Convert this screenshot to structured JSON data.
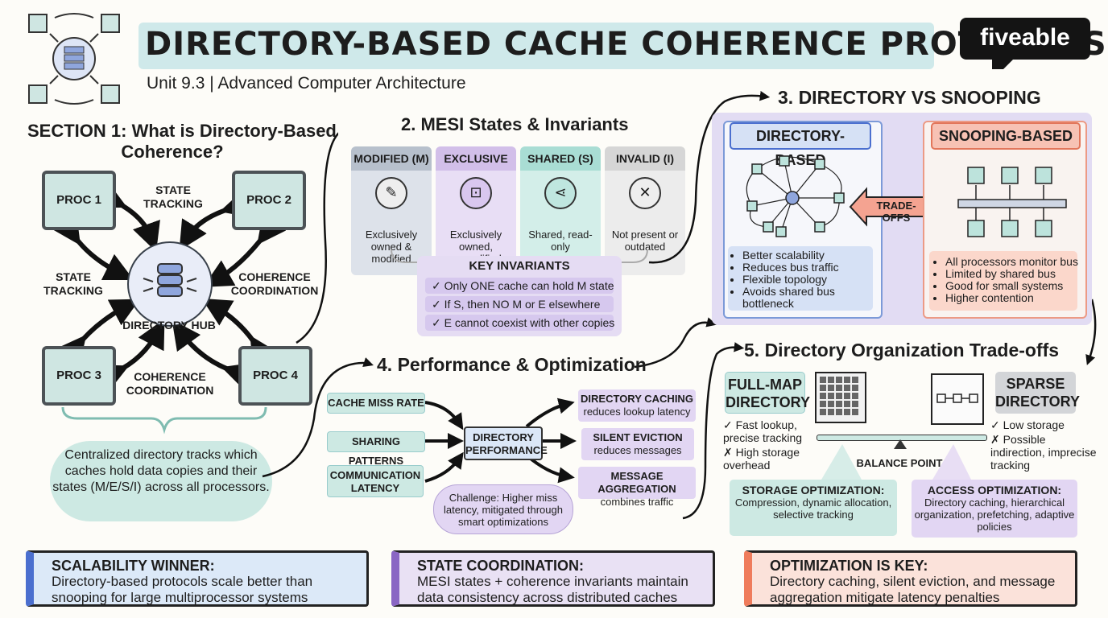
{
  "header": {
    "title": "DIRECTORY-BASED CACHE COHERENCE PROTOCOLS",
    "subtitle": "Unit 9.3 | Advanced Computer Architecture",
    "logo": "fiveable"
  },
  "section1": {
    "title_line1": "SECTION 1: What is Directory-Based",
    "title_line2": "Coherence?",
    "procs": [
      "PROC 1",
      "PROC 2",
      "PROC 3",
      "PROC 4"
    ],
    "hub_label": "DIRECTORY HUB",
    "edge_labels": {
      "top": "STATE TRACKING",
      "left": "STATE TRACKING",
      "right": "COHERENCE COORDINATION",
      "bottom": "COHERENCE COORDINATION"
    },
    "summary": "Centralized directory tracks which caches hold data copies and their states (M/E/S/I) across all processors."
  },
  "section2": {
    "title": "2. MESI States & Invariants",
    "states": [
      {
        "name": "MODIFIED (M)",
        "desc": "Exclusively owned & modified",
        "icon": "pencil-icon",
        "head_color": "#b7c0cc",
        "body_color": "#dde2ea"
      },
      {
        "name": "EXCLUSIVE (E)",
        "desc": "Exclusively owned, unmodified",
        "icon": "lock-icon",
        "head_color": "#d2bfe9",
        "body_color": "#e8def5"
      },
      {
        "name": "SHARED (S)",
        "desc": "Shared, read-only",
        "icon": "share-icon",
        "head_color": "#a9ddd4",
        "body_color": "#d3eee9"
      },
      {
        "name": "INVALID (I)",
        "desc": "Not present or outdated",
        "icon": "x-circle-icon",
        "head_color": "#d6d6d6",
        "body_color": "#ececec"
      }
    ],
    "invariants_title": "KEY INVARIANTS",
    "invariants": [
      "✓ Only ONE cache can hold M state",
      "✓ If S, then NO M or E elsewhere",
      "✓ E cannot coexist with other copies"
    ]
  },
  "section3": {
    "title": "3. DIRECTORY VS SNOOPING",
    "directory_label": "DIRECTORY-BASED",
    "snooping_label": "SNOOPING-BASED",
    "tradeoffs_label": "TRADE-OFFS",
    "directory_points": [
      "Better scalability",
      "Reduces bus traffic",
      "Flexible topology",
      "Avoids shared bus bottleneck"
    ],
    "snooping_points": [
      "All processors monitor bus",
      "Limited by shared bus",
      "Good for small systems",
      "Higher contention"
    ]
  },
  "section4": {
    "title": "4. Performance & Optimization",
    "inputs": [
      "CACHE MISS RATE",
      "SHARING PATTERNS",
      "COMMUNICATION LATENCY"
    ],
    "center": "DIRECTORY PERFORMANCE",
    "outputs": [
      {
        "title": "DIRECTORY CACHING",
        "desc": "reduces lookup latency"
      },
      {
        "title": "SILENT EVICTION",
        "desc": "reduces messages"
      },
      {
        "title": "MESSAGE AGGREGATION",
        "desc": "combines traffic"
      }
    ],
    "challenge": "Challenge: Higher miss latency, mitigated through smart optimizations"
  },
  "section5": {
    "title": "5. Directory Organization Trade-offs",
    "full_map": "FULL-MAP DIRECTORY",
    "sparse": "SPARSE DIRECTORY",
    "full_pros": [
      "✓ Fast lookup, precise tracking"
    ],
    "full_cons": [
      "✗ High storage overhead"
    ],
    "sparse_pros": [
      "✓ Low storage"
    ],
    "sparse_cons": [
      "✗ Possible indirection, imprecise tracking"
    ],
    "balance": "BALANCE POINT",
    "storage_title": "STORAGE OPTIMIZATION:",
    "storage_desc": "Compression, dynamic allocation, selective tracking",
    "access_title": "ACCESS OPTIMIZATION:",
    "access_desc": "Directory caching, hierarchical organization, prefetching, adaptive policies"
  },
  "takeaways": [
    {
      "title": "SCALABILITY WINNER:",
      "text": "Directory-based protocols scale better than snooping for large multiprocessor systems",
      "bg": "#dce9f8",
      "bar": "#4b6fcf"
    },
    {
      "title": "STATE COORDINATION:",
      "text": "MESI states + coherence invariants maintain data consistency across distributed caches",
      "bg": "#e9e1f4",
      "bar": "#8a66c4"
    },
    {
      "title": "OPTIMIZATION IS KEY:",
      "text": "Directory caching, silent eviction, and message aggregation mitigate latency penalties",
      "bg": "#fbe2da",
      "bar": "#ef7c5c"
    }
  ]
}
